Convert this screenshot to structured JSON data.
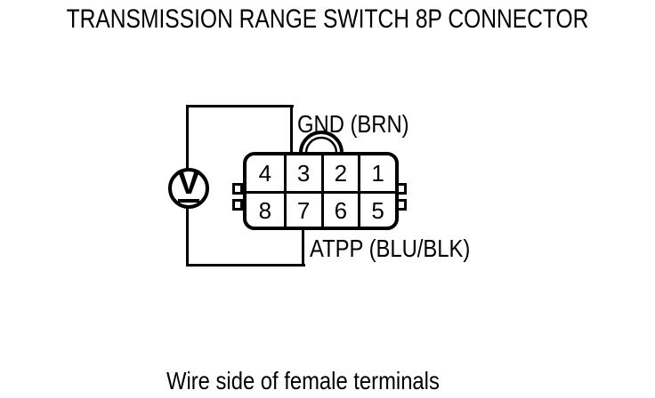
{
  "title": "TRANSMISSION RANGE SWITCH 8P CONNECTOR",
  "meter": {
    "symbol": "V"
  },
  "connector": {
    "pins_top": [
      "4",
      "3",
      "2",
      "1"
    ],
    "pins_bottom": [
      "8",
      "7",
      "6",
      "5"
    ]
  },
  "labels": {
    "gnd": "GND (BRN)",
    "atpp": "ATPP (BLU/BLK)",
    "caption": "Wire side of female terminals"
  },
  "colors": {
    "line": "#000000",
    "background": "#ffffff"
  }
}
